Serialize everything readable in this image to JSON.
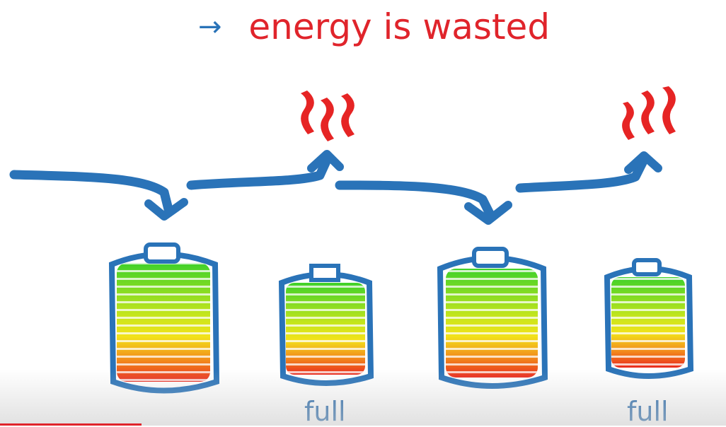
{
  "title": {
    "arrow": "→",
    "text": "energy is wasted"
  },
  "batteries": [
    {
      "label": ""
    },
    {
      "label": "full"
    },
    {
      "label": ""
    },
    {
      "label": "full"
    }
  ],
  "colors": {
    "flow_blue": "#2a73b8",
    "heat_red": "#e62424",
    "charge_green": "#3fd12a",
    "charge_yellow": "#f2e21a",
    "charge_red": "#ea2a1e"
  },
  "icons": [
    "right-arrow-icon",
    "heat-waves-icon",
    "battery-icon"
  ]
}
